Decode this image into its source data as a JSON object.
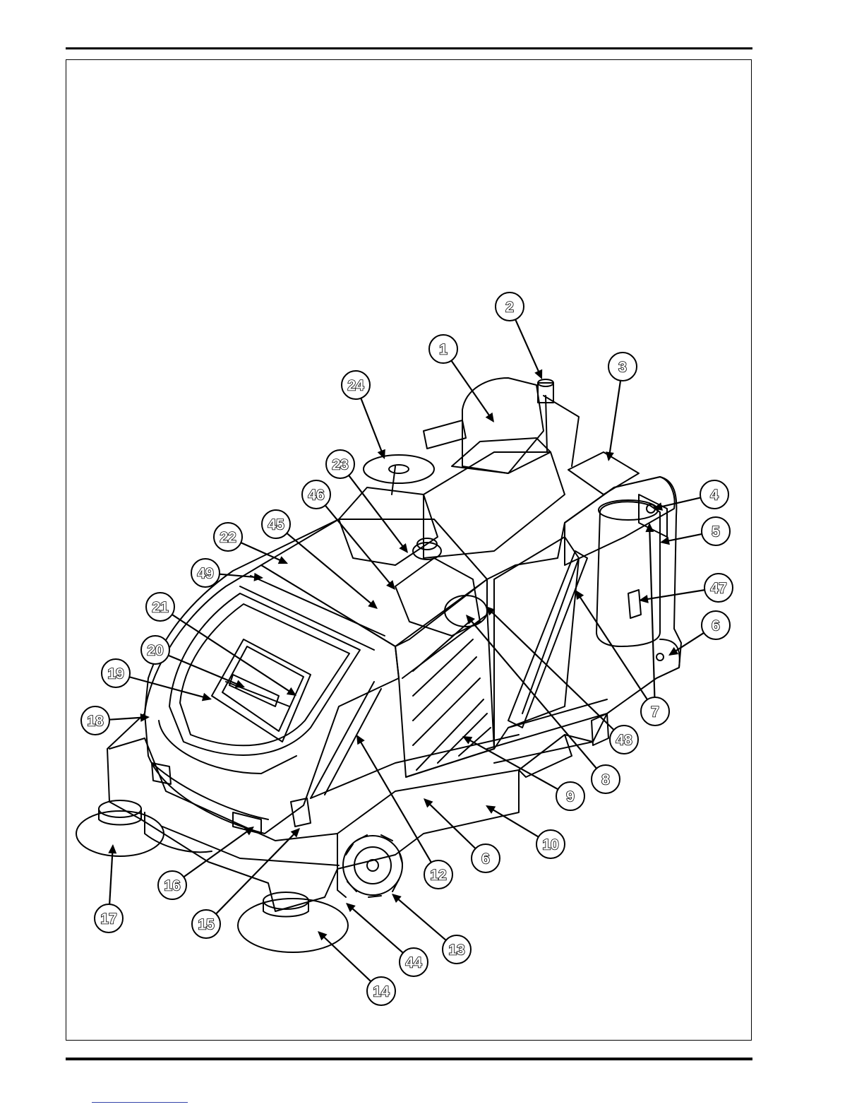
{
  "diagram": {
    "type": "parts-callout-illustration",
    "subject": "ride-on floor sweeper, isometric view",
    "callouts": [
      "1",
      "2",
      "3",
      "4",
      "5",
      "47",
      "6",
      "7",
      "48",
      "8",
      "9",
      "10",
      "6",
      "12",
      "13",
      "44",
      "14",
      "15",
      "16",
      "17",
      "18",
      "19",
      "20",
      "21",
      "49",
      "22",
      "45",
      "46",
      "23",
      "24"
    ]
  },
  "colors": {
    "line": "#000000",
    "background": "#ffffff",
    "link": "#3344aa"
  }
}
